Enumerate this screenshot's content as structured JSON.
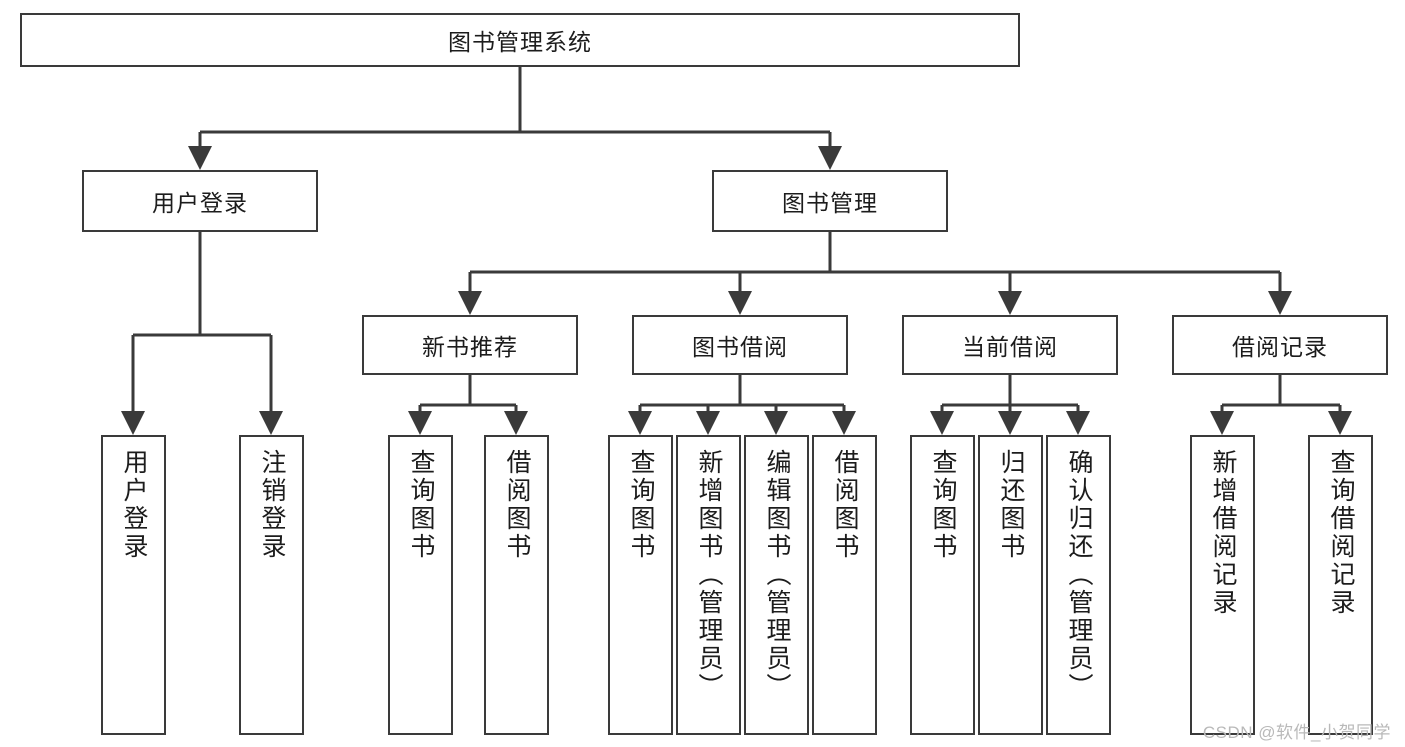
{
  "diagram": {
    "title": "图书管理系统",
    "type": "functional-structure-tree",
    "watermark": "CSDN @软件_小贺同学",
    "colors": {
      "box_border": "#3a3a3a",
      "box_fill": "#ffffff",
      "connector": "#3a3a3a",
      "text": "#1c1c1c",
      "watermark": "#b9b9b9",
      "background": "#ffffff"
    },
    "levels": {
      "root": {
        "label": "图书管理系统"
      },
      "level2": [
        {
          "label": "用户登录"
        },
        {
          "label": "图书管理"
        }
      ],
      "level3": [
        {
          "label": "新书推荐"
        },
        {
          "label": "图书借阅"
        },
        {
          "label": "当前借阅"
        },
        {
          "label": "借阅记录"
        }
      ],
      "leaves": {
        "user_login": [
          {
            "label": "用户登录"
          },
          {
            "label": "注销登录"
          }
        ],
        "new_book_recommend": [
          {
            "label": "查询图书"
          },
          {
            "label": "借阅图书"
          }
        ],
        "book_borrow": [
          {
            "label": "查询图书"
          },
          {
            "label": "新增图书（管理员）"
          },
          {
            "label": "编辑图书（管理员）"
          },
          {
            "label": "借阅图书"
          }
        ],
        "current_borrow": [
          {
            "label": "查询图书"
          },
          {
            "label": "归还图书"
          },
          {
            "label": "确认归还（管理员）"
          }
        ],
        "borrow_record": [
          {
            "label": "新增借阅记录"
          },
          {
            "label": "查询借阅记录"
          }
        ]
      }
    }
  }
}
